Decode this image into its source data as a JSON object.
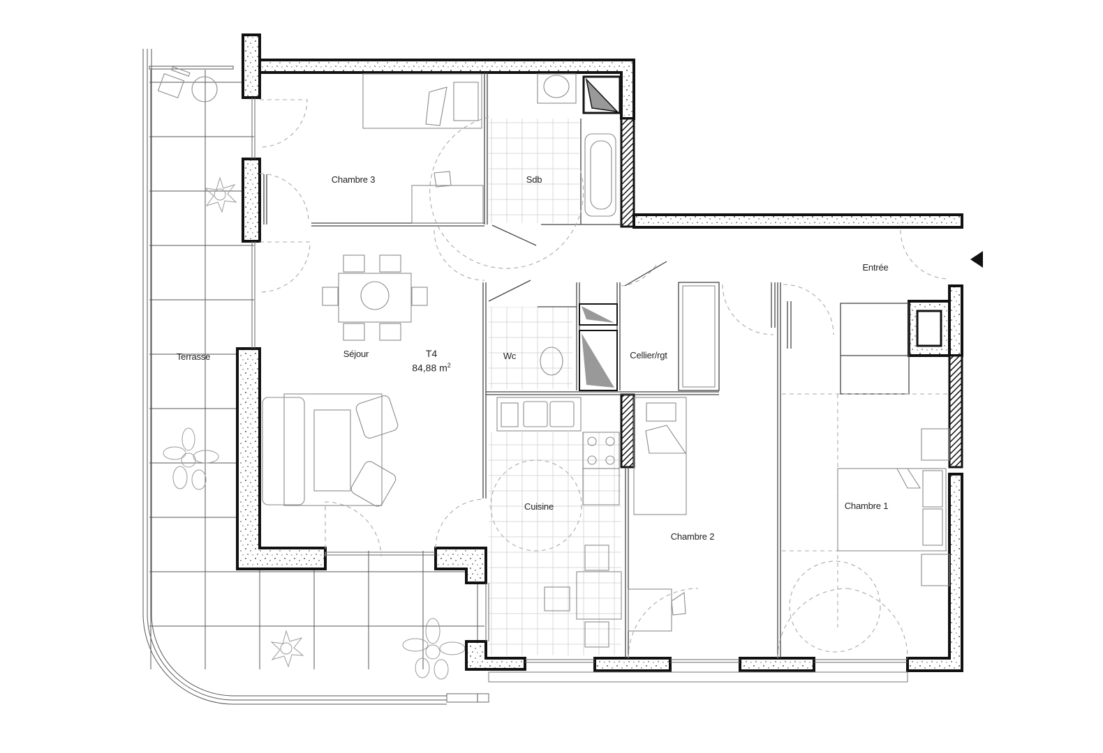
{
  "plan": {
    "unit_type": "T4",
    "area_value": "84,88 m",
    "area_unit_sup": "2",
    "entrance_marker": "entrance-arrow"
  },
  "rooms": {
    "chambre3": "Chambre 3",
    "sdb": "Sdb",
    "terrasse": "Terrasse",
    "sejour": "Séjour",
    "wc": "Wc",
    "cellier": "Cellier/rgt",
    "cuisine": "Cuisine",
    "chambre2": "Chambre 2",
    "chambre1": "Chambre 1",
    "entree": "Entrée"
  },
  "colors": {
    "wall_outline": "#111111",
    "wall_fill": "#fdfdfd",
    "furniture": "#8a8a8a",
    "door_swing": "#aaaaaa",
    "tile_grid": "#cfcfcf"
  }
}
